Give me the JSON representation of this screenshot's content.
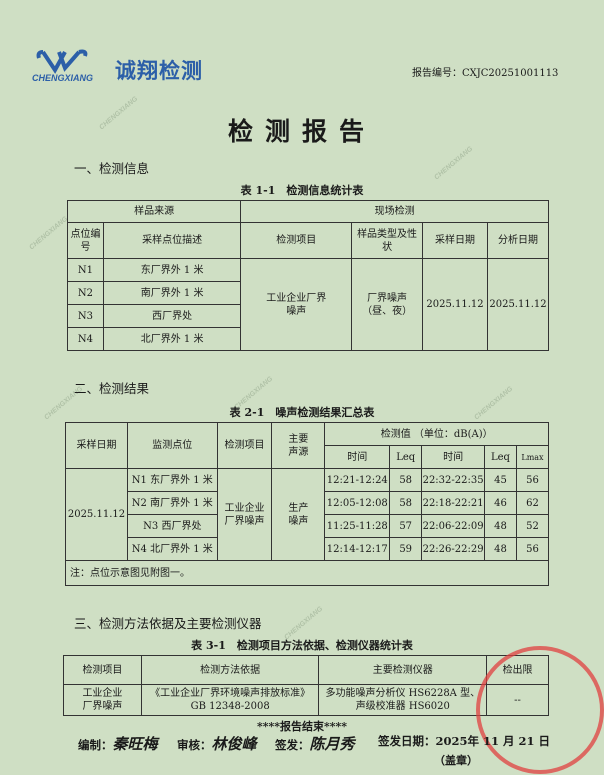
{
  "header": {
    "logo_en": "CHENGXIANG",
    "logo_cn": "诚翔检测",
    "report_no_label": "报告编号：",
    "report_no": "CXJC20251001113",
    "title": "检测报告"
  },
  "section1": {
    "heading": "一、检测信息",
    "caption": "表 1-1　检测信息统计表",
    "headers": {
      "sample_source": "样品来源",
      "onsite": "现场检测",
      "point_no": "点位编号",
      "point_desc": "采样点位描述",
      "item": "检测项目",
      "sample_type": "样品类型及性状",
      "sample_date": "采样日期",
      "analysis_date": "分析日期"
    },
    "rows": [
      {
        "no": "N1",
        "desc": "东厂界外 1 米"
      },
      {
        "no": "N2",
        "desc": "南厂界外 1 米"
      },
      {
        "no": "N3",
        "desc": "西厂界处"
      },
      {
        "no": "N4",
        "desc": "北厂界外 1 米"
      }
    ],
    "item": "工业企业厂界噪声",
    "sample_type": "厂界噪声（昼、夜）",
    "sample_date": "2025.11.12",
    "analysis_date": "2025.11.12"
  },
  "section2": {
    "heading": "二、检测结果",
    "caption": "表 2-1　噪声检测结果汇总表",
    "headers": {
      "date": "采样日期",
      "point": "监测点位",
      "item": "检测项目",
      "source": "主要声源",
      "value": "检测值 （单位：dB(A)）",
      "time": "时间",
      "leq": "Leq",
      "lmax": "Lmax"
    },
    "date": "2025.11.12",
    "item": "工业企业厂界噪声",
    "source": "生产噪声",
    "rows": [
      {
        "point": "N1 东厂界外 1 米",
        "day_time": "12:21-12:24",
        "day_leq": "58",
        "night_time": "22:32-22:35",
        "night_leq": "45",
        "lmax": "56"
      },
      {
        "point": "N2 南厂界外 1 米",
        "day_time": "12:05-12:08",
        "day_leq": "58",
        "night_time": "22:18-22:21",
        "night_leq": "46",
        "lmax": "62"
      },
      {
        "point": "N3 西厂界处",
        "day_time": "11:25-11:28",
        "day_leq": "57",
        "night_time": "22:06-22:09",
        "night_leq": "48",
        "lmax": "52"
      },
      {
        "point": "N4 北厂界外 1 米",
        "day_time": "12:14-12:17",
        "day_leq": "59",
        "night_time": "22:26-22:29",
        "night_leq": "48",
        "lmax": "56"
      }
    ],
    "note": "注：点位示意图见附图一。"
  },
  "section3": {
    "heading": "三、检测方法依据及主要检测仪器",
    "caption": "表 3-1　检测项目方法依据、检测仪器统计表",
    "headers": {
      "item": "检测项目",
      "method": "检测方法依据",
      "instrument": "主要检测仪器",
      "limit": "检出限"
    },
    "item": "工业企业厂界噪声",
    "method1": "《工业企业厂界环境噪声排放标准》",
    "method2": "GB 12348-2008",
    "instrument1": "多功能噪声分析仪 HS6228A 型、",
    "instrument2": "声级校准器 HS6020",
    "limit": "--"
  },
  "footer": {
    "end": "****报告结束****",
    "prepared_label": "编制：",
    "prepared_sig": "秦旺梅",
    "reviewed_label": "审核：",
    "reviewed_sig": "林俊峰",
    "approved_label": "签发：",
    "approved_sig": "陈月秀",
    "date_label": "签发日期：",
    "date_value": "2025年 11 月 21 日",
    "seal": "（盖章）"
  }
}
